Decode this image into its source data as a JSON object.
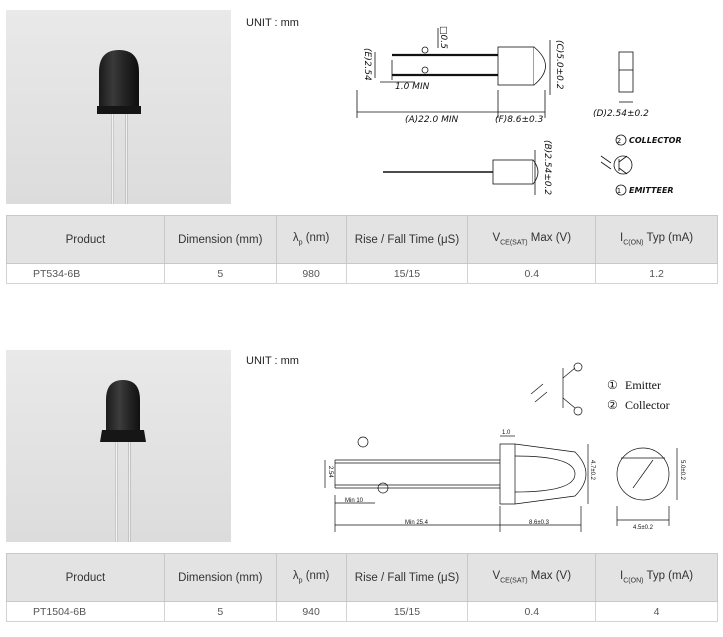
{
  "sections": [
    {
      "unit_label": "UNIT : mm",
      "drawing": {
        "dim_a": "(A)22.0  MIN",
        "dim_f": "(F)8.6±0.3",
        "dim_e": "(E)2.54",
        "dim_lead": "1.0  MIN",
        "dim_sq": "□0.5",
        "dim_c": "(C)5.0±0.2",
        "dim_d": "(D)2.54±0.2",
        "dim_b": "(B)2.54±0.2",
        "pin2": "COLLECTOR",
        "pin1": "EMITTEER",
        "pin2_num": "2",
        "pin1_num": "1"
      },
      "table": {
        "headers": {
          "product": "Product",
          "dimension": "Dimension (mm)",
          "lambda_sym": "λ",
          "lambda_sub": "p",
          "lambda_unit": " (nm)",
          "rise_fall": "Rise / Fall Time (μS)",
          "vce_pre": "V",
          "vce_sub": "CE(SAT)",
          "vce_post": " Max (V)",
          "ic_pre": "I",
          "ic_sub": "C(ON)",
          "ic_post": " Typ (mA)"
        },
        "row": {
          "product": "PT534-6B",
          "dimension": "5",
          "lambda": "980",
          "rise_fall": "15/15",
          "vce": "0.4",
          "ic": "1.2"
        }
      }
    },
    {
      "unit_label": "UNIT : mm",
      "drawing": {
        "legend_emitter": "Emitter",
        "legend_collector": "Collector",
        "legend_num1": "①",
        "legend_num2": "②",
        "dim_min10": "Min 10",
        "dim_min254": "Min 25.4",
        "dim_86": "8.6±0.3",
        "dim_45": "4.5±0.2",
        "dim_top": "1.0",
        "dim_lead_w": "2.54",
        "dim_body_h": "4.7±0.2",
        "dim_circle": "5.0±0.2"
      },
      "table": {
        "headers": {
          "product": "Product",
          "dimension": "Dimension (mm)",
          "lambda_sym": "λ",
          "lambda_sub": "p",
          "lambda_unit": " (nm)",
          "rise_fall": "Rise / Fall Time (μS)",
          "vce_pre": "V",
          "vce_sub": "CE(SAT)",
          "vce_post": " Max (V)",
          "ic_pre": "I",
          "ic_sub": "C(ON)",
          "ic_post": " Typ (mA)"
        },
        "row": {
          "product": "PT1504-6B",
          "dimension": "5",
          "lambda": "940",
          "rise_fall": "15/15",
          "vce": "0.4",
          "ic": "4"
        }
      }
    }
  ]
}
